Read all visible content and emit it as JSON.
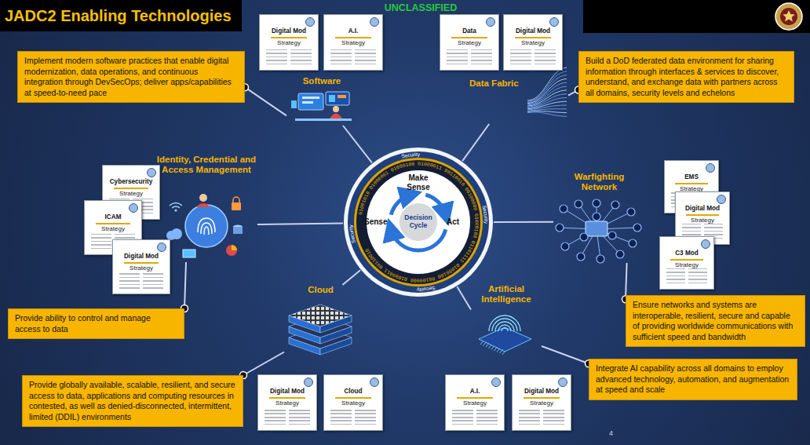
{
  "diagram": {
    "title": "JADC2 Enabling Technologies",
    "nodes": [
      {
        "text": [
          "Decision Cycle"
        ]
      },
      {
        "text": [
          "Software"
        ]
      },
      {
        "text": [
          "Data Fabric"
        ]
      },
      {
        "text": [
          "Warfighting Network"
        ]
      },
      {
        "text": [
          "Artificial Intelligence"
        ]
      },
      {
        "text": [
          "Cloud"
        ]
      },
      {
        "text": [
          "Identity, Credential and Access Management"
        ]
      },
      {
        "text": [
          "Implement modern software practices that enable digital modernization, data operations, and continuous integration through DevSecOps; deliver apps/capabilities at speed-to-need pace"
        ]
      },
      {
        "text": [
          "Build a DoD federated data environment for sharing information through interfaces & services to discover, understand, and exchange data with partners across all domains, security levels and echelons"
        ]
      },
      {
        "text": [
          "Ensure networks and systems are interoperable, resilient, secure and capable of providing worldwide communications with sufficient speed and bandwidth"
        ]
      },
      {
        "text": [
          "Integrate AI capability across all domains to employ advanced technology, automation, and augmentation at speed and scale"
        ]
      },
      {
        "text": [
          "Provide globally available, scalable, resilient, and secure access to data, applications and computing resources in contested, as well as denied-disconnected, intermittent, limited (DDIL) environments"
        ]
      },
      {
        "text": [
          "Provide ability to control and manage access to data"
        ]
      },
      {
        "text": [
          "Digital Mod",
          "Strategy"
        ]
      },
      {
        "text": [
          "A.I.",
          "Strategy"
        ]
      },
      {
        "text": [
          "Data",
          "Strategy"
        ]
      },
      {
        "text": [
          "Digital Mod",
          "Strategy"
        ]
      },
      {
        "text": [
          "EMS",
          "Strategy"
        ]
      },
      {
        "text": [
          "Digital Mod",
          "Strategy"
        ]
      },
      {
        "text": [
          "C3 Mod",
          "Strategy"
        ]
      },
      {
        "text": [
          "A.I.",
          "Strategy"
        ]
      },
      {
        "text": [
          "Digital Mod",
          "Strategy"
        ]
      },
      {
        "text": [
          "Digital Mod",
          "Strategy"
        ]
      },
      {
        "text": [
          "Cloud",
          "Strategy"
        ]
      },
      {
        "text": [
          "Cybersecurity",
          "Strategy"
        ]
      },
      {
        "text": [
          "ICAM",
          "Strategy"
        ]
      },
      {
        "text": [
          "Digital Mod",
          "Strategy"
        ]
      }
    ],
    "edges": [
      {
        "from": 0,
        "to": 1,
        "arrow": "none"
      },
      {
        "from": 0,
        "to": 2,
        "arrow": "none"
      },
      {
        "from": 0,
        "to": 3,
        "arrow": "none"
      },
      {
        "from": 0,
        "to": 4,
        "arrow": "none"
      },
      {
        "from": 0,
        "to": 5,
        "arrow": "none"
      },
      {
        "from": 0,
        "to": 6,
        "arrow": "none"
      },
      {
        "from": 1,
        "to": 7,
        "arrow": "none"
      },
      {
        "from": 2,
        "to": 8,
        "arrow": "none"
      },
      {
        "from": 3,
        "to": 9,
        "arrow": "none"
      },
      {
        "from": 4,
        "to": 10,
        "arrow": "none"
      },
      {
        "from": 5,
        "to": 11,
        "arrow": "none"
      },
      {
        "from": 6,
        "to": 12,
        "arrow": "none"
      }
    ],
    "labels": [
      "UNCLASSIFIED",
      "Make Sense",
      "Act",
      "Sense",
      "Security",
      "Security",
      "Security",
      "Security",
      "01001010 01000001 01000100 01000011 00110010 00100000 01000100 01101111 01000100 00100000 01000011 00110010",
      "4"
    ]
  }
}
